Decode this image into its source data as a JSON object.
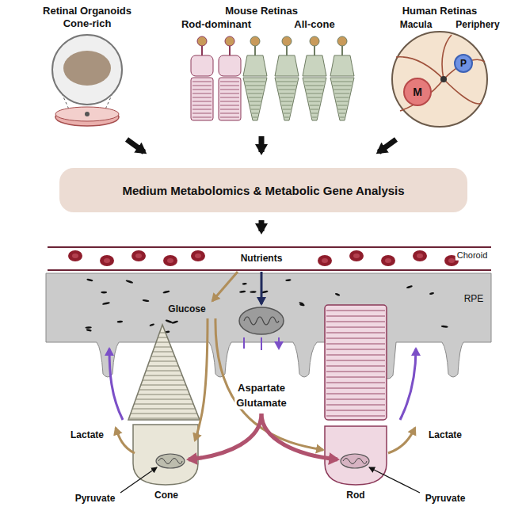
{
  "diagram": {
    "nodes": [
      {
        "text": [
          "Medium Metabolomics & Metabolic Gene Analysis"
        ]
      },
      {
        "text": [
          "M"
        ]
      },
      {
        "text": [
          "P"
        ]
      }
    ],
    "labels": [
      "Retinal Organoids",
      "Cone-rich",
      "Mouse Retinas",
      "Rod-dominant",
      "All-cone",
      "Human Retinas",
      "Macula",
      "Periphery",
      "Choroid",
      "Nutrients",
      "RPE",
      "Glucose",
      "Aspartate",
      "Glutamate",
      "Lactate",
      "Lactate",
      "Pyruvate",
      "Pyruvate",
      "Cone",
      "Rod"
    ]
  }
}
